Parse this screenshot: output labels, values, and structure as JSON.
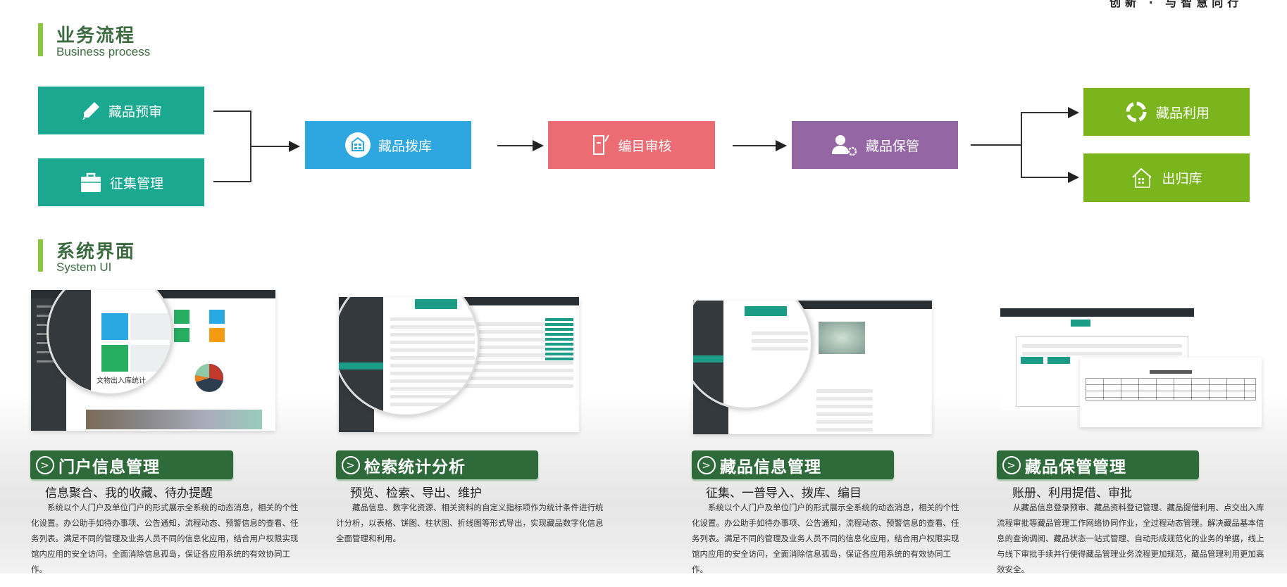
{
  "slogan": "创新 · 与智慧同行",
  "business": {
    "title": "业务流程",
    "subtitle": "Business process"
  },
  "flow": [
    {
      "label": "藏品预审",
      "icon": "pencil-icon",
      "color": "#1aa891"
    },
    {
      "label": "征集管理",
      "icon": "briefcase-icon",
      "color": "#1aa891"
    },
    {
      "label": "藏品拨库",
      "icon": "building-icon",
      "color": "#2ea6e0"
    },
    {
      "label": "编目审核",
      "icon": "document-edit-icon",
      "color": "#ec6c74"
    },
    {
      "label": "藏品保管",
      "icon": "user-gear-icon",
      "color": "#9466a4"
    },
    {
      "label": "藏品利用",
      "icon": "cycle-icon",
      "color": "#7ab51d"
    },
    {
      "label": "出归库",
      "icon": "house-icon",
      "color": "#7ab51d"
    }
  ],
  "system": {
    "title": "系统界面",
    "subtitle": "System UI"
  },
  "screens": [
    {
      "caption": "文物出入库统计"
    }
  ],
  "modules": [
    {
      "title": "门户信息管理",
      "features": "信息聚合、我的收藏、待办提醒",
      "desc": "系统以个人门户及单位门户的形式展示全系统的动态消息，相关的个性化设置。办公助手如待办事项、公告通知，流程动态、预警信息的查看、任务列表。满足不同的管理及业务人员不同的信息化应用，结合用户权限实现馆内应用的安全访问，全面消除信息孤岛，保证各应用系统的有效协同工作。"
    },
    {
      "title": "检索统计分析",
      "features": "预览、检索、导出、维护",
      "desc": "藏品信息、数字化资源、相关资料的自定义指标项作为统计条件进行统计分析，以表格、饼图、柱状图、折线图等形式导出，实现藏品数字化信息全面管理和利用。"
    },
    {
      "title": "藏品信息管理",
      "features": "征集、一普导入、拨库、编目",
      "desc": "系统以个人门户及单位门户的形式展示全系统的动态消息，相关的个性化设置。办公助手如待办事项、公告通知，流程动态、预警信息的查看、任务列表。满足不同的管理及业务人员不同的信息化应用，结合用户权限实现馆内应用的安全访问，全面消除信息孤岛，保证各应用系统的有效协同工作。"
    },
    {
      "title": "藏品保管管理",
      "features": "账册、利用提借、审批",
      "desc": "从藏品信息登录预审、藏品资料登记管理、藏品提借利用、点交出入库流程审批等藏品管理工作网络协同作业，全过程动态管理。解决藏品基本信息的查询调阅、藏品状态一站式管理、自动形成规范化的业务的单据，线上与线下审批手续并行使得藏品管理业务流程更加规范，藏品管理利用更加高效安全。"
    }
  ]
}
